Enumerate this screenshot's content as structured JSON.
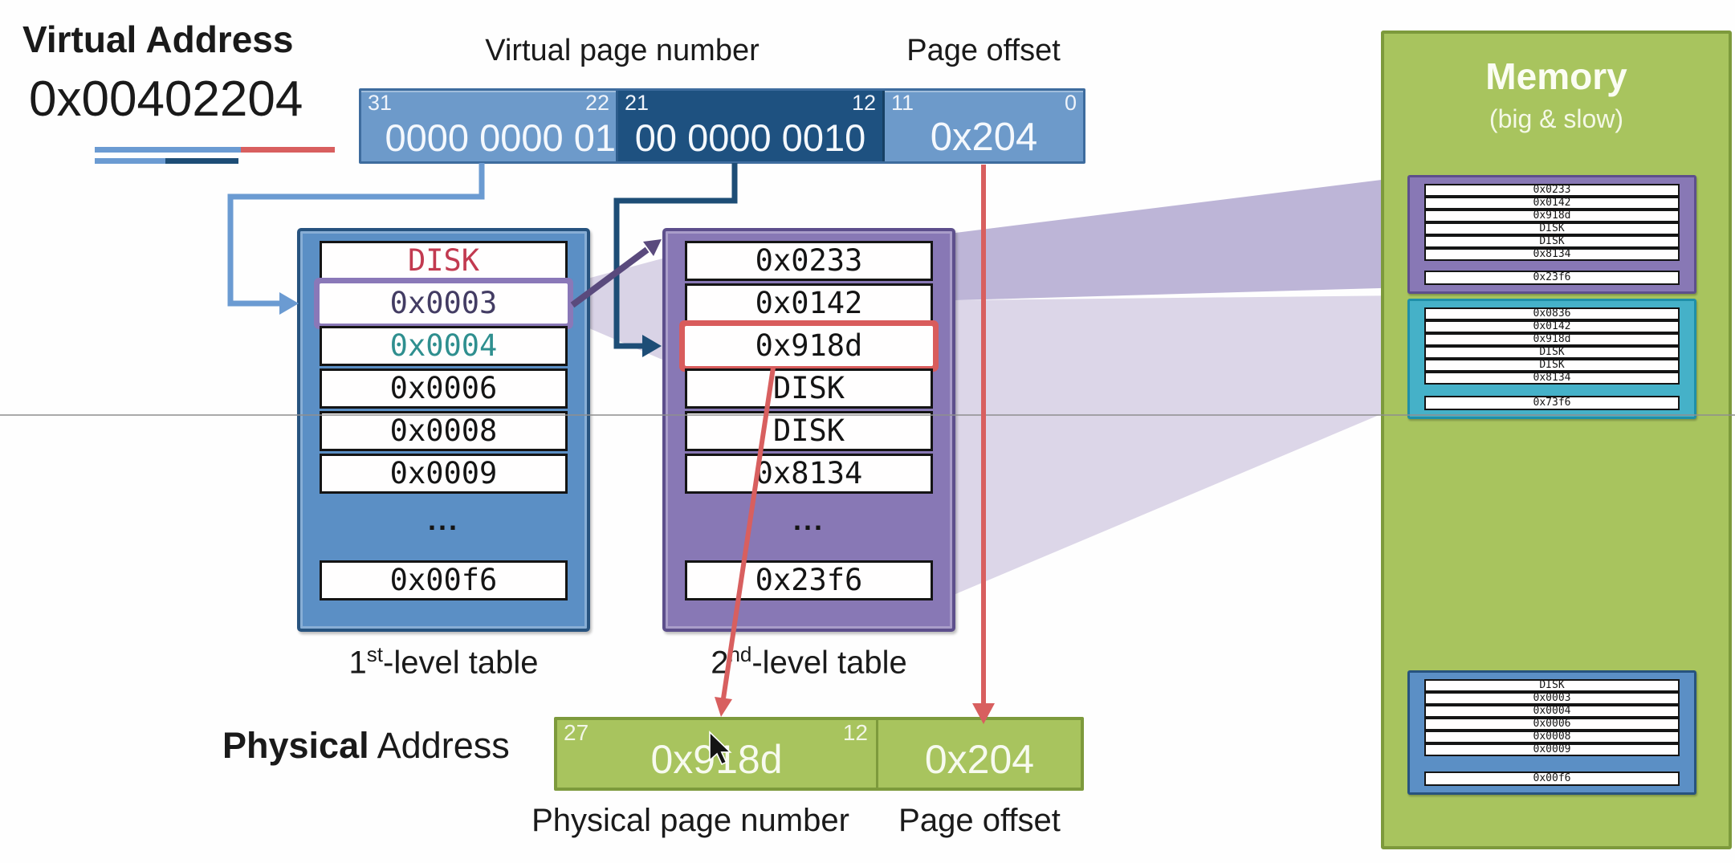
{
  "colors": {
    "segment_light_blue": "#6d9aca",
    "segment_dark_blue": "#1e5180",
    "table1_fill": "#5b8fc5",
    "table1_border": "#27537f",
    "table2_fill": "#8878b5",
    "table2_border": "#5d4f8c",
    "green_fill": "#a8c45e",
    "green_border": "#7d9a3c",
    "teal_fill": "#45b1c8",
    "teal_border": "#1f8fa8",
    "red_highlight": "#d95c5c",
    "purple_highlight": "#8a78b8",
    "disk_text": "#c23a50",
    "teal_text": "#2f8f8f",
    "purple_text": "#433c63",
    "arrow_light_blue": "#6b9bd2",
    "arrow_dark_blue": "#1d4d76",
    "arrow_purple": "#5a4a7d",
    "arrow_red": "#d85f5f",
    "beam_dark": "#9184bd",
    "beam_light": "#b9aed2",
    "divider_gray": "#8f8f8f"
  },
  "header": {
    "va_title": "Virtual Address",
    "va_value": "0x00402204",
    "vpn_label": "Virtual page number",
    "offset_label": "Page offset",
    "bits": {
      "seg1": {
        "hi": "31",
        "lo": "22",
        "value": "0000 0000 01"
      },
      "seg2": {
        "hi": "21",
        "lo": "12",
        "value": "00 0000 0010"
      },
      "seg3": {
        "hi": "11",
        "lo": "0",
        "value": "0x204"
      }
    }
  },
  "table1": {
    "label_num": "1",
    "label_sup": "st",
    "label_rest": "-level table",
    "rows": [
      {
        "text": "DISK",
        "class": "t-disk"
      },
      {
        "text": "0x0003",
        "class": "hl-purple t-purple"
      },
      {
        "text": "0x0004",
        "class": "t-teal"
      },
      {
        "text": "0x0006",
        "class": ""
      },
      {
        "text": "0x0008",
        "class": ""
      },
      {
        "text": "0x0009",
        "class": ""
      }
    ],
    "ellipsis": "...",
    "last": "0x00f6"
  },
  "table2": {
    "label_num": "2",
    "label_sup": "nd",
    "label_rest": "-level table",
    "rows": [
      {
        "text": "0x0233",
        "class": ""
      },
      {
        "text": "0x0142",
        "class": ""
      },
      {
        "text": "0x918d",
        "class": "hl-red"
      },
      {
        "text": "DISK",
        "class": ""
      },
      {
        "text": "DISK",
        "class": ""
      },
      {
        "text": "0x8134",
        "class": ""
      }
    ],
    "ellipsis": "...",
    "last": "0x23f6"
  },
  "physical": {
    "title_bold": "Physical",
    "title_rest": " Address",
    "hi": "27",
    "mid": "12",
    "ppn": "0x918d",
    "offset": "0x204",
    "ppn_label": "Physical page number",
    "offset_label": "Page offset"
  },
  "memory": {
    "title": "Memory",
    "subtitle": "(big & slow)",
    "block_purple": {
      "rows": [
        {
          "text": "0x0233"
        },
        {
          "text": "0x0142"
        },
        {
          "text": "0x918d"
        },
        {
          "text": "DISK"
        },
        {
          "text": "DISK"
        },
        {
          "text": "0x8134"
        }
      ],
      "last": "0x23f6"
    },
    "block_teal": {
      "rows": [
        {
          "text": "0x0836"
        },
        {
          "text": "0x0142"
        },
        {
          "text": "0x918d"
        },
        {
          "text": "DISK"
        },
        {
          "text": "DISK"
        },
        {
          "text": "0x8134"
        }
      ],
      "last": "0x73f6"
    },
    "block_blue": {
      "rows": [
        {
          "text": "DISK",
          "class": "t-disk"
        },
        {
          "text": "0x0003",
          "class": "t-purple"
        },
        {
          "text": "0x0004",
          "class": "t-teal"
        },
        {
          "text": "0x0006"
        },
        {
          "text": "0x0008"
        },
        {
          "text": "0x0009"
        }
      ],
      "last": "0x00f6"
    }
  }
}
